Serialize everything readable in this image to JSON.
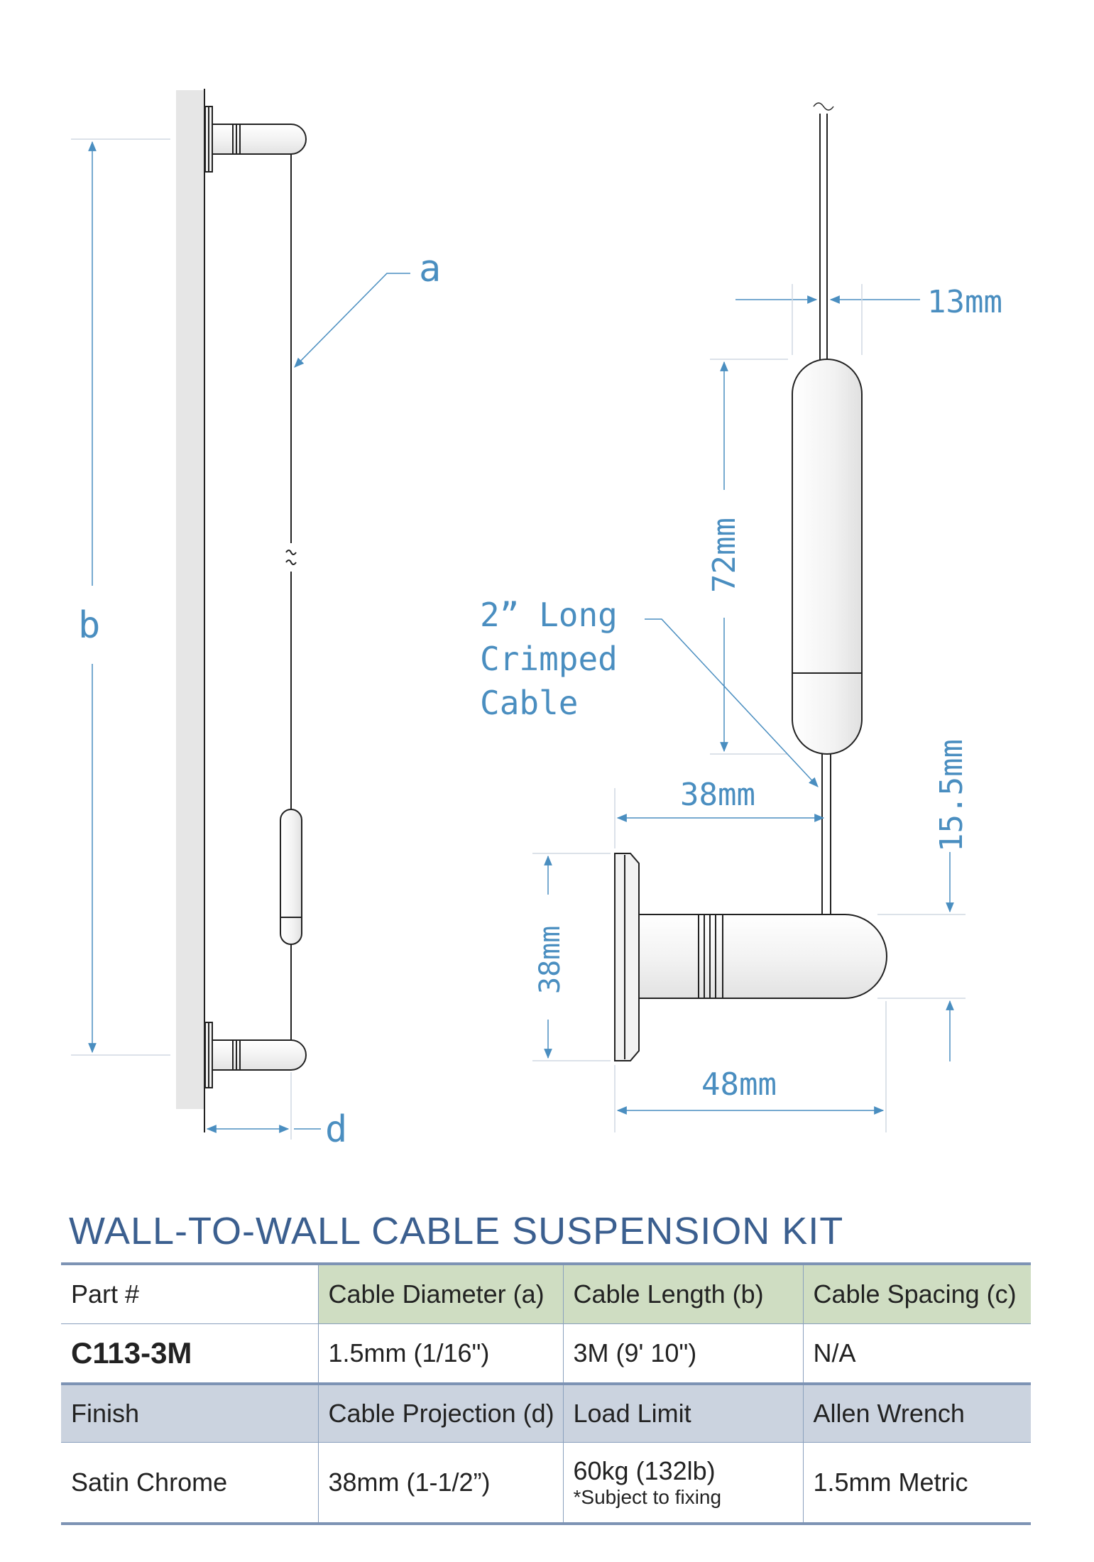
{
  "diagram": {
    "labels": {
      "a": "a",
      "b": "b",
      "d": "d",
      "width_13": "13mm",
      "length_72": "72mm",
      "crimped_line1": "2” Long",
      "crimped_line2": "Crimped",
      "crimped_line3": "Cable",
      "proj_38": "38mm",
      "height_155": "15.5mm",
      "flange_38": "38mm",
      "depth_48": "48mm"
    }
  },
  "kit": {
    "title": "WALL-TO-WALL CABLE SUSPENSION KIT",
    "header_row": [
      "Part #",
      "Cable Diameter (a)",
      "Cable Length (b)",
      "Cable Spacing (c)"
    ],
    "part_row": [
      "C113-3M",
      "1.5mm (1/16\")",
      "3M (9' 10\")",
      "N/A"
    ],
    "subheader_row": [
      "Finish",
      "Cable Projection (d)",
      "Load Limit",
      "Allen Wrench"
    ],
    "finish_row": [
      "Satin Chrome",
      "38mm (1-1/2”)",
      "60kg (132lb)",
      "1.5mm Metric"
    ],
    "load_note": "*Subject to fixing"
  },
  "colors": {
    "dimension": "#4a8ec0",
    "title": "#3b5f8f",
    "header_green": "#cfddc2",
    "header_blue": "#cbd3df",
    "wall": "#e6e6e6"
  }
}
